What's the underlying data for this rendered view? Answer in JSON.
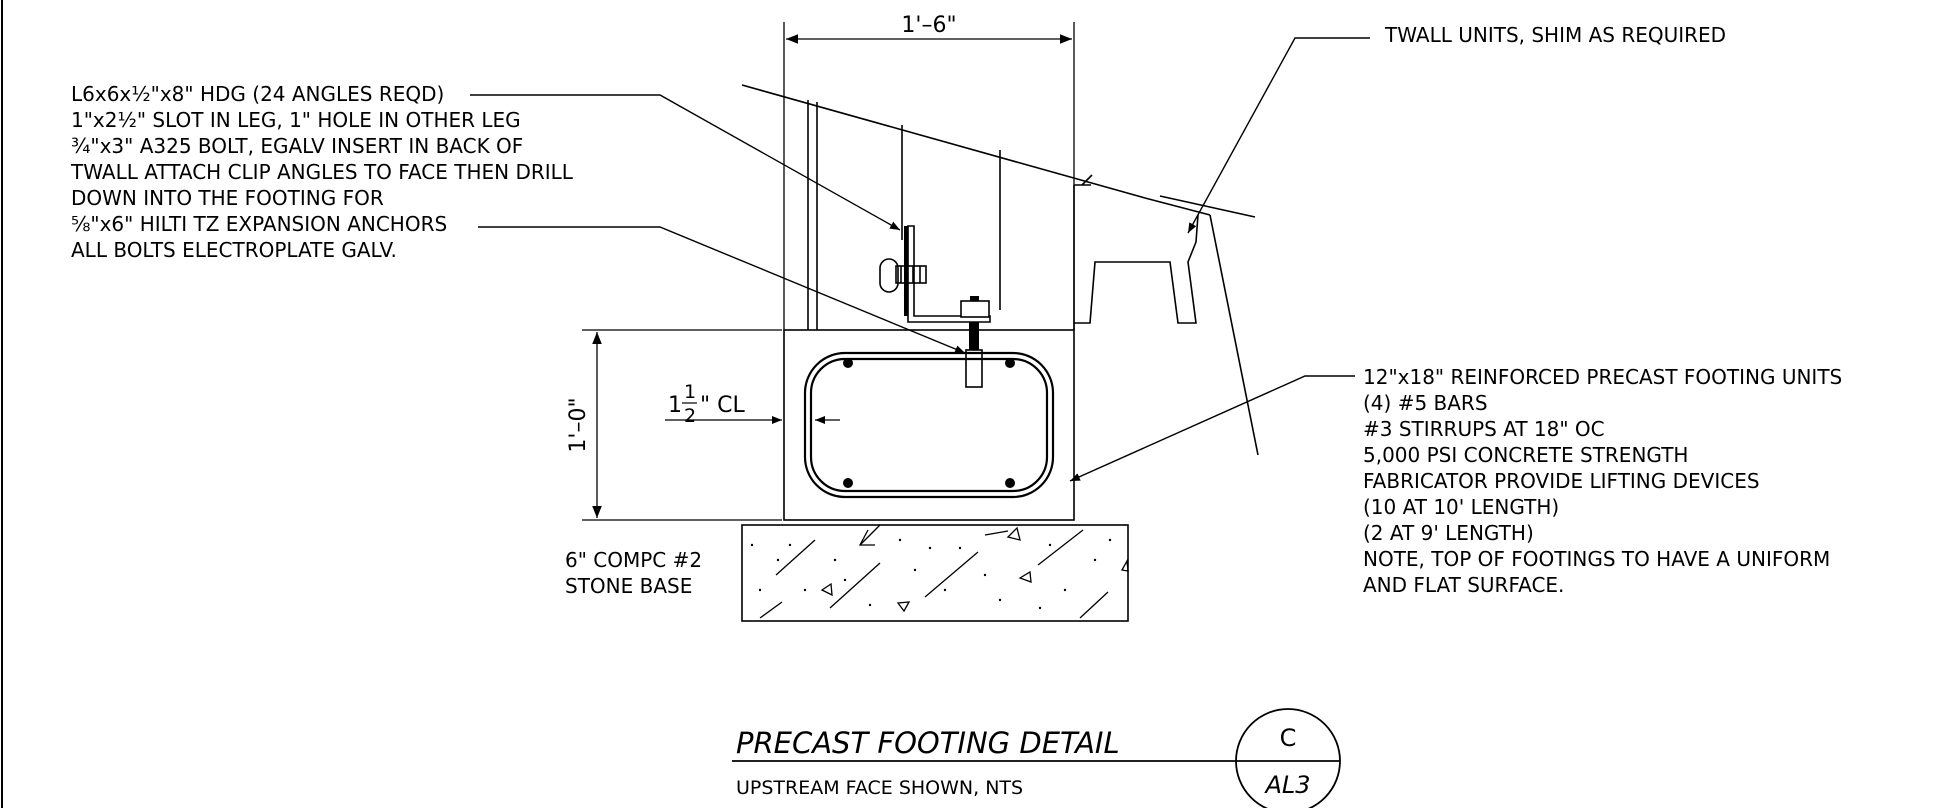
{
  "left_note": {
    "lines": [
      "L6x6x½\"x8\" HDG (24 ANGLES REQD)",
      "1\"x2½\" SLOT IN LEG, 1\" HOLE IN OTHER LEG",
      "¾\"x3\" A325 BOLT, EGALV INSERT IN BACK OF",
      "TWALL ATTACH CLIP ANGLES TO FACE THEN DRILL",
      "DOWN INTO THE FOOTING FOR",
      "⅝\"x6\" HILTI TZ EXPANSION ANCHORS",
      "ALL BOLTS ELECTROPLATE GALV."
    ]
  },
  "top_right_note": "TWALL UNITS, SHIM AS REQUIRED",
  "right_note": {
    "lines": [
      "12\"x18\" REINFORCED PRECAST FOOTING UNITS",
      "(4) #5 BARS",
      "#3 STIRRUPS AT 18\" OC",
      "5,000 PSI CONCRETE STRENGTH",
      "FABRICATOR PROVIDE LIFTING DEVICES",
      "(10 AT 10' LENGTH)",
      "(2 AT 9' LENGTH)",
      "NOTE, TOP OF FOOTINGS TO HAVE A UNIFORM",
      "AND FLAT SURFACE."
    ]
  },
  "stone_base_note": {
    "lines": [
      "6\" COMPC #2",
      "STONE BASE"
    ]
  },
  "dimensions": {
    "width_top": "1'–6\"",
    "height_left": "1'–0\"",
    "cover_whole": "1",
    "cover_num": "1",
    "cover_den": "2",
    "cover_suffix": "\" CL"
  },
  "title_block": {
    "title": "PRECAST FOOTING DETAIL",
    "subtitle": "UPSTREAM FACE SHOWN, NTS",
    "detail_letter": "C",
    "sheet_ref": "AL3"
  }
}
